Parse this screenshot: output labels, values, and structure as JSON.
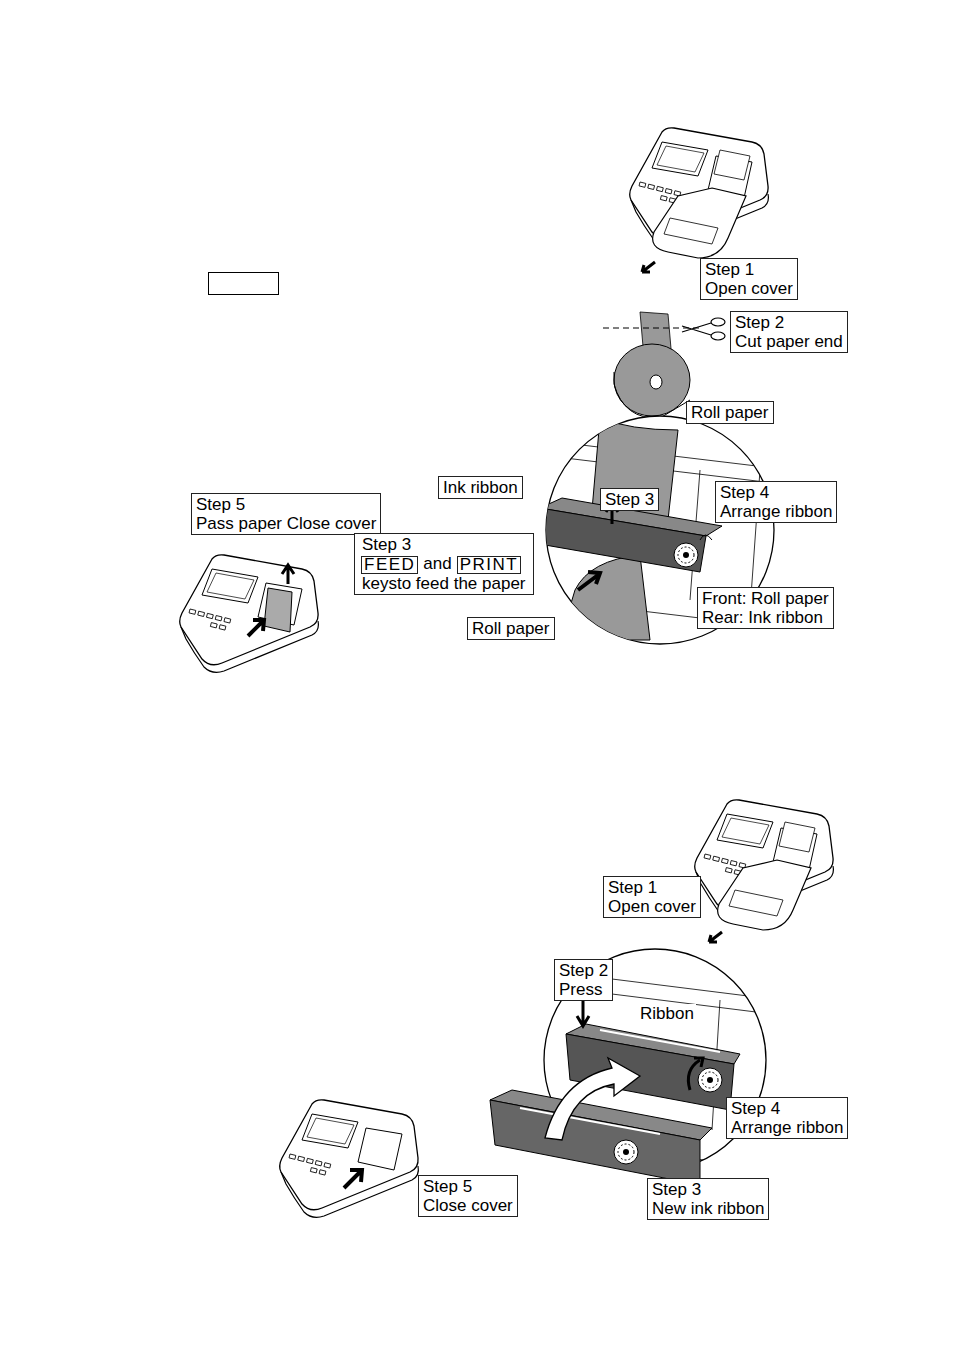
{
  "diagram": {
    "nodes": [
      {
        "text": [
          "Step 1",
          "Open cover"
        ]
      },
      {
        "text": [
          "Step 2",
          "Cut paper end"
        ]
      },
      {
        "text": [
          "Roll paper"
        ]
      },
      {
        "text": [
          "Ink ribbon"
        ]
      },
      {
        "text": [
          "Step 3"
        ]
      },
      {
        "text": [
          "Step 4",
          "Arrange ribbon"
        ]
      },
      {
        "text": [
          "Step 5",
          "Pass paper Close cover"
        ]
      },
      {
        "text": [
          "Step 3",
          "and",
          "keysto feed the paper"
        ]
      },
      {
        "text": [
          "FEED"
        ],
        "in": 7
      },
      {
        "text": [
          "PRINT"
        ],
        "in": 7
      },
      {
        "text": [
          "Front: Roll paper",
          "Rear: Ink ribbon"
        ]
      },
      {
        "text": [
          "Roll paper"
        ]
      },
      {
        "text": [
          "Step 1",
          "Open cover"
        ]
      },
      {
        "text": [
          "Step 2",
          "Press"
        ]
      },
      {
        "text": [
          "Step 4",
          "Arrange ribbon"
        ]
      },
      {
        "text": [
          "Step 5",
          "Close cover"
        ]
      },
      {
        "text": [
          "Step 3",
          "New ink ribbon"
        ]
      }
    ],
    "labels": [
      "Ribbon"
    ]
  }
}
